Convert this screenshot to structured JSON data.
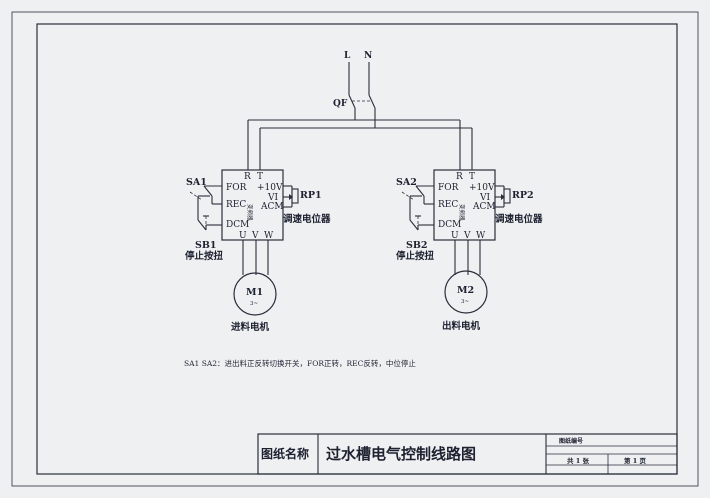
{
  "supply": {
    "l": "L",
    "n": "N",
    "breaker": "QF"
  },
  "left": {
    "switch": "SA1",
    "stop_button": "SB1",
    "stop_label": "停止按扭",
    "pot": "RP1",
    "pot_label": "调速电位器",
    "motor": "M1",
    "motor_sub": "3~",
    "motor_label": "进料电机"
  },
  "right": {
    "switch": "SA2",
    "stop_button": "SB2",
    "stop_label": "停止按扭",
    "pot": "RP2",
    "pot_label": "调速电位器",
    "motor": "M2",
    "motor_sub": "3~",
    "motor_label": "出料电机"
  },
  "vfd": {
    "r": "R",
    "t": "T",
    "for": "FOR",
    "rec": "REC",
    "dcm": "DCM",
    "v10": "+10V",
    "vi": "VI",
    "acm": "ACM",
    "u": "U",
    "v": "V",
    "w": "W",
    "inner": "变频器"
  },
  "note": "SA1 SA2：进出料正反转切换开关，FOR正转，REC反转，中位停止",
  "title_block": {
    "name_label": "图纸名称",
    "title": "过水槽电气控制线路图",
    "drawing_no_label": "图纸编号",
    "total_label": "共 1 张",
    "page_label": "第 1 页"
  }
}
